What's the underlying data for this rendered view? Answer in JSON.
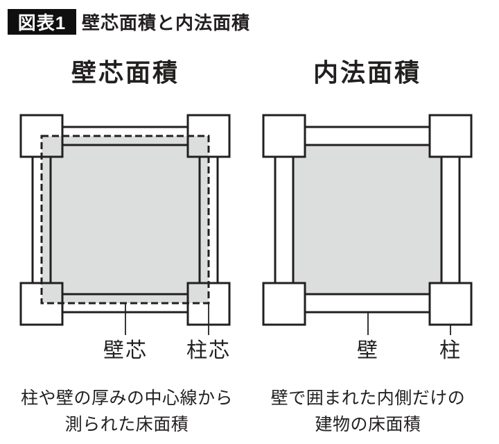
{
  "colors": {
    "ink": "#221f1f",
    "fill": "#dcdddd",
    "badge-bg": "#0f0f0f",
    "badge-text": "#ffffff",
    "bg": "#ffffff"
  },
  "header": {
    "badge": "図表1",
    "title": "壁芯面積と内法面積"
  },
  "panels": [
    {
      "title": "壁芯面積",
      "labels": [
        {
          "text": "壁芯"
        },
        {
          "text": "柱芯"
        }
      ],
      "caption_line1": "柱や壁の厚みの中心線から",
      "caption_line2": "測られた床面積"
    },
    {
      "title": "内法面積",
      "labels": [
        {
          "text": "壁"
        },
        {
          "text": "柱"
        }
      ],
      "caption_line1": "壁で囲まれた内側だけの",
      "caption_line2": "建物の床面積"
    }
  ]
}
